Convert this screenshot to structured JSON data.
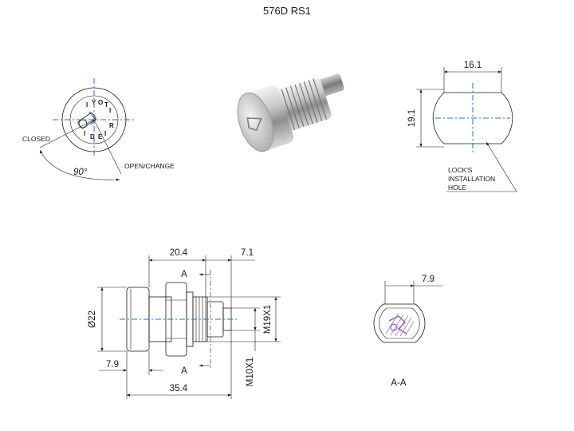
{
  "title": "576D RS1",
  "front_view": {
    "closed_label": "CLOSED",
    "open_label": "OPEN/CHANGE",
    "angle_label": "90°",
    "face_text": "IYOTIRIEDI"
  },
  "hole_view": {
    "width_dim": "16.1",
    "height_dim": "19.1",
    "note_lines": [
      "LOCK'S",
      "INSTALLATION",
      "HOLE"
    ]
  },
  "side_view": {
    "dim_top_left": "20.4",
    "dim_top_right": "7.1",
    "dim_diameter": "Ø22",
    "dim_head": "7.9",
    "dim_overall": "35.4",
    "thread_major": "M19X1",
    "thread_minor": "M10X1",
    "section_mark_top": "A",
    "section_mark_bottom": "A"
  },
  "section_view": {
    "dim_width": "7.9",
    "label": "A-A"
  },
  "colors": {
    "centerline": "#1f6fd8",
    "hatch": "#8a5fc0",
    "line": "#1a1a1a"
  }
}
